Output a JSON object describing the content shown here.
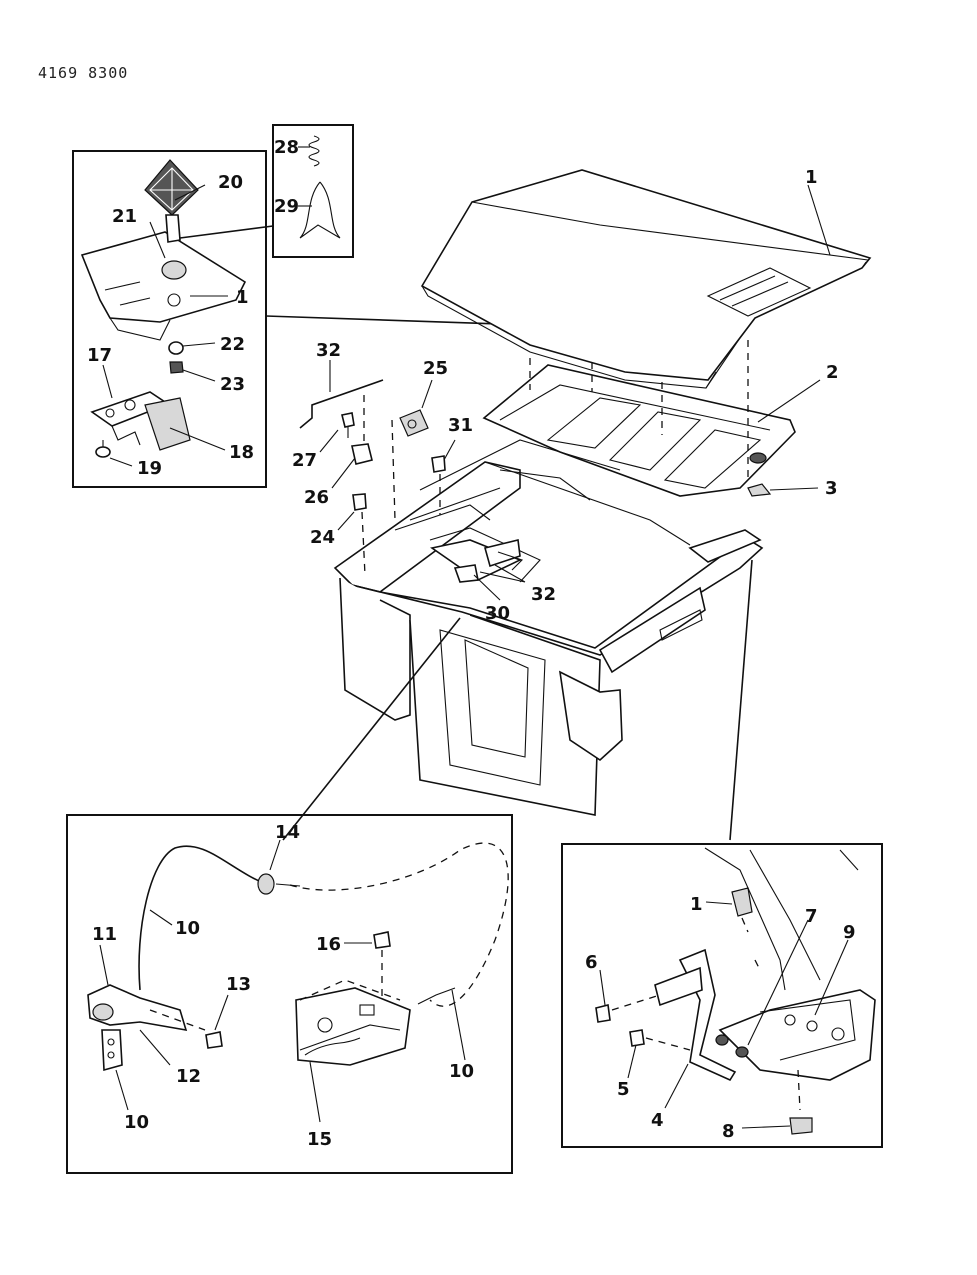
{
  "document": {
    "id": "4169 8300"
  },
  "callouts": {
    "c1_hood": "1",
    "c2_insulator": "2",
    "c3_clip": "3",
    "c4_latch_bracket": "4",
    "c5_screw": "5",
    "c6_bolt": "6",
    "c7_bolt": "7",
    "c8_bumper": "8",
    "c9_hinge": "9",
    "c10_cable_top": "10",
    "c10_cable_right": "10",
    "c10_cable_bottom": "10",
    "c11_release_handle": "11",
    "c12_bracket": "12",
    "c13_screw": "13",
    "c14_grommet": "14",
    "c15_latch": "15",
    "c16_bolt": "16",
    "c17_bracket": "17",
    "c18_pad": "18",
    "c19_nut": "19",
    "c20_ornament": "20",
    "c21_seal": "21",
    "c22_washer": "22",
    "c23_nut": "23",
    "c24_bolt": "24",
    "c25_bumper": "25",
    "c26_bracket": "26",
    "c27_bolt": "27",
    "c28_spring": "28",
    "c29_clip": "29",
    "c30_striker": "30",
    "c31_screw": "31",
    "c32_prop_rod": "32",
    "c32_prop_rod_clips": "32",
    "c1_inset_left": "1",
    "c1_inset_right": "1"
  }
}
